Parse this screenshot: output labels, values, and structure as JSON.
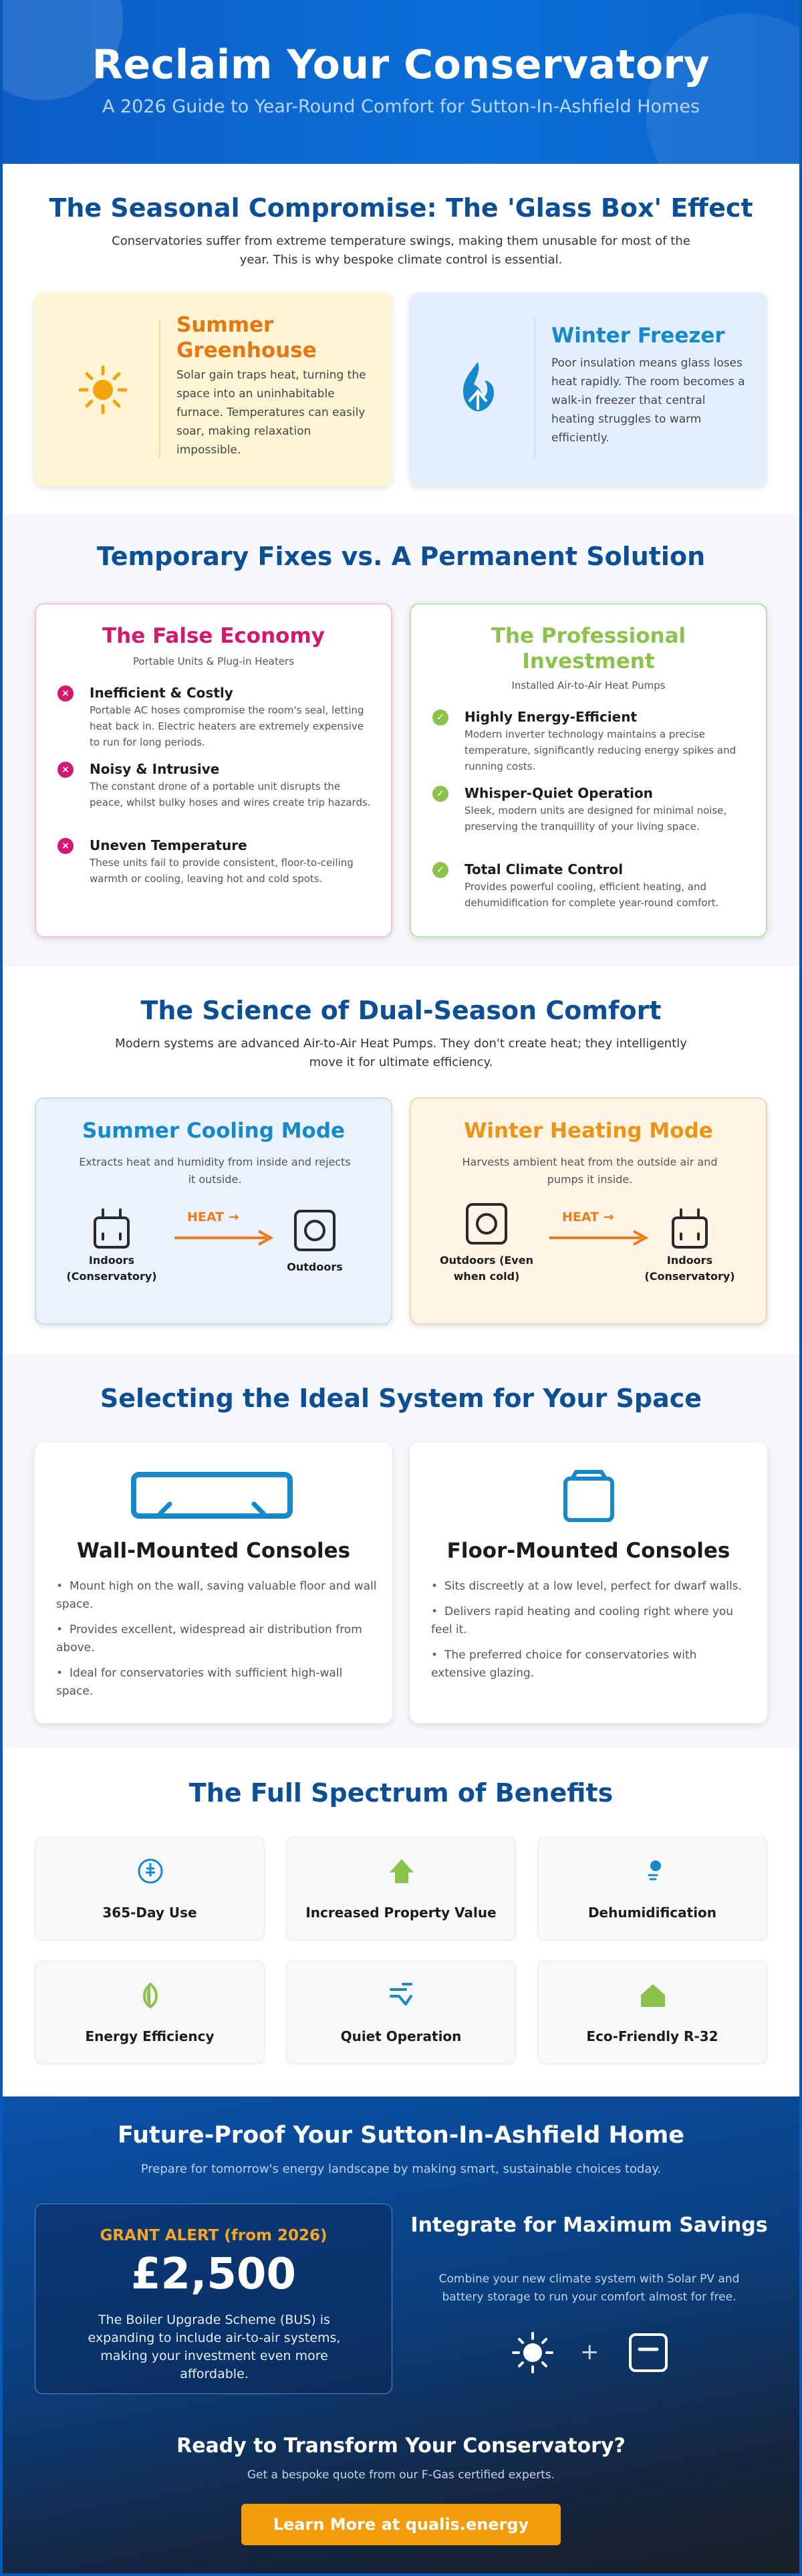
{
  "hero": {
    "title": "Reclaim Your Conservatory",
    "subtitle": "A 2026 Guide to Year-Round Comfort for Sutton-In-Ashfield Homes"
  },
  "seasonal": {
    "title": "The Seasonal Compromise: The 'Glass Box' Effect",
    "subtitle": "Conservatories suffer from extreme temperature swings, making them unusable for most of the year. This is why bespoke climate control is essential.",
    "summer": {
      "heading": "Summer Greenhouse",
      "text": "Solar gain traps heat, turning the space into an uninhabitable furnace. Temperatures can easily soar, making relaxation impossible.",
      "icon": "sun-icon",
      "color": "#e8760e"
    },
    "winter": {
      "heading": "Winter Freezer",
      "text": "Poor insulation means glass loses heat rapidly. The room becomes a walk-in freezer that central heating struggles to warm efficiently.",
      "icon": "snowflake-icon",
      "color": "#1688cc"
    }
  },
  "fixes": {
    "title": "Temporary Fixes vs. A Permanent Solution",
    "false_economy": {
      "heading": "The False Economy",
      "subheading": "Portable Units & Plug-in Heaters",
      "color": "#d6176f",
      "items": [
        {
          "title": "Inefficient & Costly",
          "text": "Portable AC hoses compromise the room's seal, letting heat back in. Electric heaters are extremely expensive to run for long periods."
        },
        {
          "title": "Noisy & Intrusive",
          "text": "The constant drone of a portable unit disrupts the peace, whilst bulky hoses and wires create trip hazards."
        },
        {
          "title": "Uneven Temperature",
          "text": "These units fail to provide consistent, floor-to-ceiling warmth or cooling, leaving hot and cold spots."
        }
      ]
    },
    "professional": {
      "heading": "The Professional Investment",
      "subheading": "Installed Air-to-Air Heat Pumps",
      "color": "#8bc34a",
      "items": [
        {
          "title": "Highly Energy-Efficient",
          "text": "Modern inverter technology maintains a precise temperature, significantly reducing energy spikes and running costs."
        },
        {
          "title": "Whisper-Quiet Operation",
          "text": "Sleek, modern units are designed for minimal noise, preserving the tranquillity of your living space."
        },
        {
          "title": "Total Climate Control",
          "text": "Provides powerful cooling, efficient heating, and dehumidification for complete year-round comfort."
        }
      ]
    }
  },
  "science": {
    "title": "The Science of Dual-Season Comfort",
    "subtitle": "Modern systems are advanced Air-to-Air Heat Pumps. They don't create heat; they intelligently move it for ultimate efficiency.",
    "cooling": {
      "heading": "Summer Cooling Mode",
      "text": "Extracts heat and humidity from inside and rejects it outside.",
      "from": "Indoors (Conservatory)",
      "to": "Outdoors",
      "flow_label": "HEAT →",
      "color": "#1688cc"
    },
    "heating": {
      "heading": "Winter Heating Mode",
      "text": "Harvests ambient heat from the outside air and pumps it inside.",
      "from": "Outdoors (Even when cold)",
      "to": "Indoors (Conservatory)",
      "flow_label": "HEAT →",
      "color": "#ee9413"
    }
  },
  "systems": {
    "title": "Selecting the Ideal System for Your Space",
    "wall": {
      "heading": "Wall-Mounted Consoles",
      "bullets": [
        "Mount high on the wall, saving valuable floor and wall space.",
        "Provides excellent, widespread air distribution from above.",
        "Ideal for conservatories with sufficient high-wall space."
      ]
    },
    "floor": {
      "heading": "Floor-Mounted Consoles",
      "bullets": [
        "Sits discreetly at a low level, perfect for dwarf walls.",
        "Delivers rapid heating and cooling right where you feel it.",
        "The preferred choice for conservatories with extensive glazing."
      ]
    }
  },
  "benefits": {
    "title": "The Full Spectrum of Benefits",
    "tiles": [
      {
        "label": "365-Day Use",
        "icon": "thermometer-icon"
      },
      {
        "label": "Increased Property Value",
        "icon": "house-up-icon"
      },
      {
        "label": "Dehumidification",
        "icon": "droplet-icon"
      },
      {
        "label": "Energy Efficiency",
        "icon": "leaf-icon"
      },
      {
        "label": "Quiet Operation",
        "icon": "wind-icon"
      },
      {
        "label": "Eco-Friendly R-32",
        "icon": "eco-house-icon"
      }
    ]
  },
  "future": {
    "title": "Future-Proof Your Sutton-In-Ashfield Home",
    "subtitle": "Prepare for tomorrow's energy landscape by making smart, sustainable choices today.",
    "grant": {
      "alert": "GRANT ALERT (from 2026)",
      "amount": "£2,500",
      "text": "The Boiler Upgrade Scheme (BUS) is expanding to include air-to-air systems, making your investment even more affordable."
    },
    "integrate": {
      "heading": "Integrate for Maximum Savings",
      "text": "Combine your new climate system with Solar PV and battery storage to run your comfort almost for free.",
      "plus": "+"
    },
    "cta": {
      "heading": "Ready to Transform Your Conservatory?",
      "text": "Get a bespoke quote from our F-Gas certified experts.",
      "button": "Learn More at qualis.energy"
    }
  }
}
